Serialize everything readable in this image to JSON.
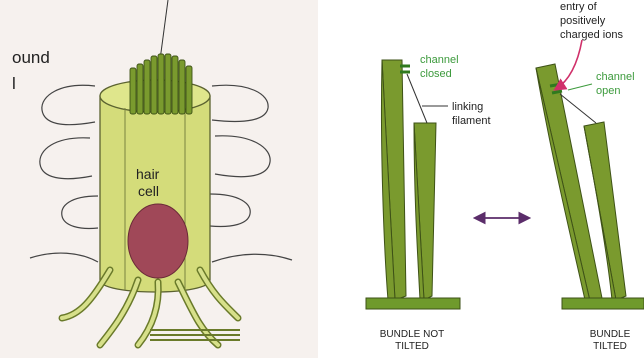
{
  "left_panel": {
    "cut_label_line1": "ound",
    "cut_label_line2": "l",
    "cell_label_line1": "hair",
    "cell_label_line2": "cell"
  },
  "right_panel": {
    "closed": {
      "channel_label_line1": "channel",
      "channel_label_line2": "closed",
      "filament_label_line1": "linking",
      "filament_label_line2": "filament",
      "caption_line1": "BUNDLE NOT",
      "caption_line2": "TILTED"
    },
    "open": {
      "ions_label_line1": "entry of",
      "ions_label_line2": "positively",
      "ions_label_line3": "charged ions",
      "channel_label_line1": "channel",
      "channel_label_line2": "open",
      "caption_line1": "BUNDLE",
      "caption_line2": "TILTED"
    }
  },
  "colors": {
    "cell_fill": "#d4dc7a",
    "cell_stroke": "#5b6230",
    "nucleus_fill": "#a04858",
    "stereocilia_fill": "#7a9a2e",
    "stereocilia_stroke": "#3e5217",
    "base_fill": "#6f9a2c",
    "channel_label": "#3c9a3c",
    "ion_arrow": "#d0306a",
    "text": "#222222",
    "paper_tint": "#f6f1ee"
  }
}
